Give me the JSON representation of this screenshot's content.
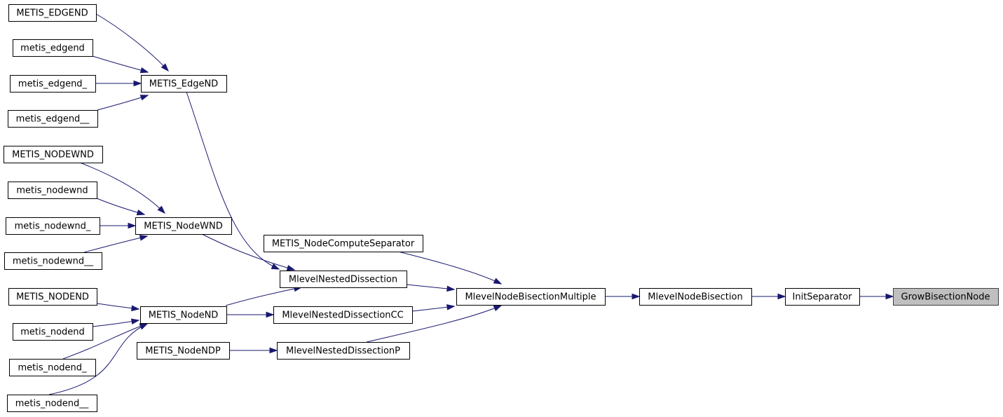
{
  "graph": {
    "edge_color": "#191970",
    "highlight_fill": "#bfbfbf",
    "nodes": [
      {
        "id": "n_edgend_up",
        "label": "METIS_EDGEND"
      },
      {
        "id": "n_edgend_lo",
        "label": "metis_edgend"
      },
      {
        "id": "n_edgend_lo1",
        "label": "metis_edgend_"
      },
      {
        "id": "n_edgend_lo2",
        "label": "metis_edgend__"
      },
      {
        "id": "n_edgeND",
        "label": "METIS_EdgeND"
      },
      {
        "id": "n_nodewnd_up",
        "label": "METIS_NODEWND"
      },
      {
        "id": "n_nodewnd_lo",
        "label": "metis_nodewnd"
      },
      {
        "id": "n_nodewnd_lo1",
        "label": "metis_nodewnd_"
      },
      {
        "id": "n_nodewnd_lo2",
        "label": "metis_nodewnd__"
      },
      {
        "id": "n_nodeWND",
        "label": "METIS_NodeWND"
      },
      {
        "id": "n_computesep",
        "label": "METIS_NodeComputeSeparator"
      },
      {
        "id": "n_mnd",
        "label": "MlevelNestedDissection"
      },
      {
        "id": "n_nodend_up",
        "label": "METIS_NODEND"
      },
      {
        "id": "n_nodend_lo",
        "label": "metis_nodend"
      },
      {
        "id": "n_nodend_lo1",
        "label": "metis_nodend_"
      },
      {
        "id": "n_nodend_lo2",
        "label": "metis_nodend__"
      },
      {
        "id": "n_nodeND",
        "label": "METIS_NodeND"
      },
      {
        "id": "n_mndcc",
        "label": "MlevelNestedDissectionCC"
      },
      {
        "id": "n_nodeNDP",
        "label": "METIS_NodeNDP"
      },
      {
        "id": "n_mndp",
        "label": "MlevelNestedDissectionP"
      },
      {
        "id": "n_mnbm",
        "label": "MlevelNodeBisectionMultiple"
      },
      {
        "id": "n_mnb",
        "label": "MlevelNodeBisection"
      },
      {
        "id": "n_initsep",
        "label": "InitSeparator"
      },
      {
        "id": "n_grow",
        "label": "GrowBisectionNode",
        "highlight": true
      }
    ],
    "edges": [
      {
        "from": "n_edgend_up",
        "to": "n_edgeND"
      },
      {
        "from": "n_edgend_lo",
        "to": "n_edgeND"
      },
      {
        "from": "n_edgend_lo1",
        "to": "n_edgeND"
      },
      {
        "from": "n_edgend_lo2",
        "to": "n_edgeND"
      },
      {
        "from": "n_edgeND",
        "to": "n_mnd"
      },
      {
        "from": "n_nodewnd_up",
        "to": "n_nodeWND"
      },
      {
        "from": "n_nodewnd_lo",
        "to": "n_nodeWND"
      },
      {
        "from": "n_nodewnd_lo1",
        "to": "n_nodeWND"
      },
      {
        "from": "n_nodewnd_lo2",
        "to": "n_nodeWND"
      },
      {
        "from": "n_nodeWND",
        "to": "n_mnd"
      },
      {
        "from": "n_nodend_up",
        "to": "n_nodeND"
      },
      {
        "from": "n_nodend_lo",
        "to": "n_nodeND"
      },
      {
        "from": "n_nodend_lo1",
        "to": "n_nodeND"
      },
      {
        "from": "n_nodend_lo2",
        "to": "n_nodeND"
      },
      {
        "from": "n_nodeND",
        "to": "n_mnd"
      },
      {
        "from": "n_nodeND",
        "to": "n_mndcc"
      },
      {
        "from": "n_nodeNDP",
        "to": "n_mndp"
      },
      {
        "from": "n_computesep",
        "to": "n_mnbm"
      },
      {
        "from": "n_mnd",
        "to": "n_mnbm"
      },
      {
        "from": "n_mndcc",
        "to": "n_mnbm"
      },
      {
        "from": "n_mndp",
        "to": "n_mnbm"
      },
      {
        "from": "n_mnbm",
        "to": "n_mnb"
      },
      {
        "from": "n_mnb",
        "to": "n_initsep"
      },
      {
        "from": "n_initsep",
        "to": "n_grow"
      }
    ]
  }
}
